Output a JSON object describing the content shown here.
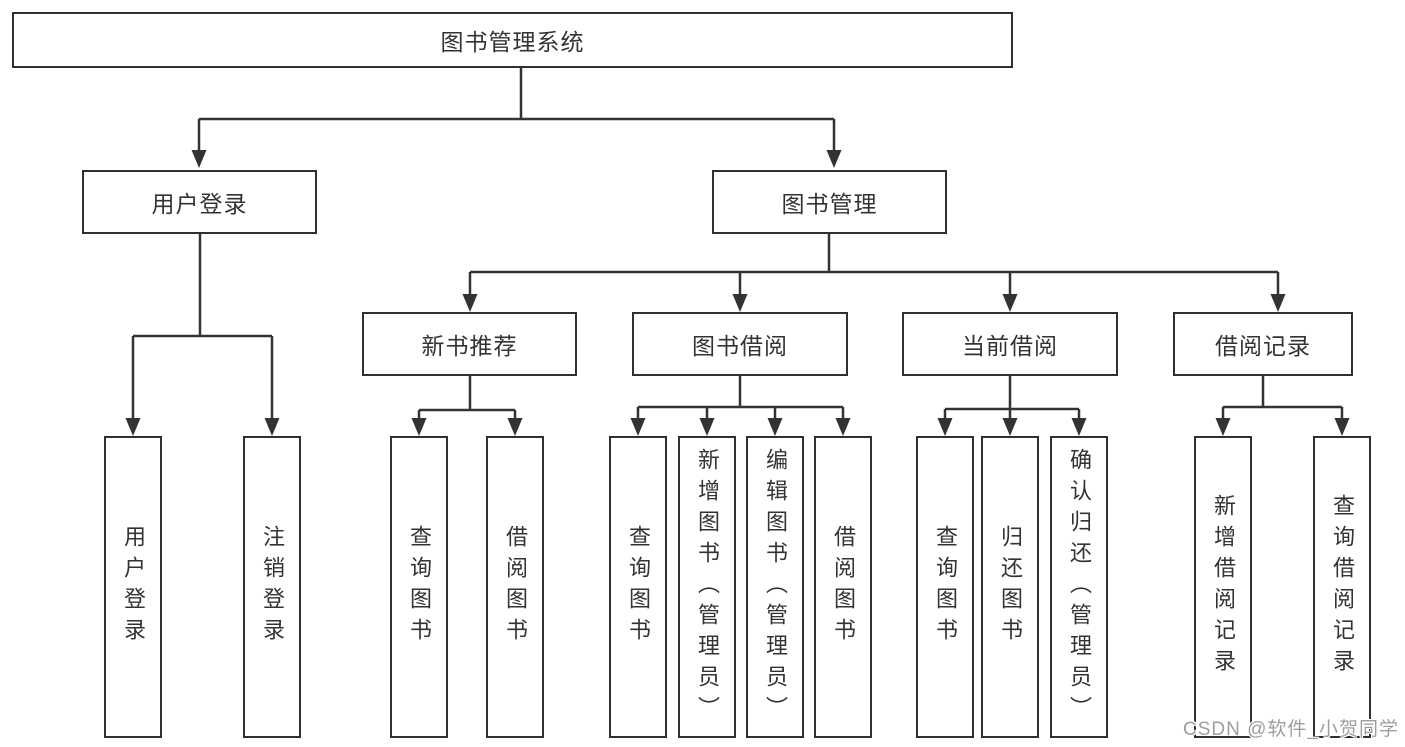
{
  "diagram": {
    "title": "图书管理系统",
    "branches": [
      {
        "label": "用户登录",
        "children": [
          {
            "label": "用户登录"
          },
          {
            "label": "注销登录"
          }
        ]
      },
      {
        "label": "图书管理",
        "children": [
          {
            "label": "新书推荐",
            "children": [
              {
                "label": "查询图书"
              },
              {
                "label": "借阅图书"
              }
            ]
          },
          {
            "label": "图书借阅",
            "children": [
              {
                "label": "查询图书"
              },
              {
                "label": "新增图书（管理员）"
              },
              {
                "label": "编辑图书（管理员）"
              },
              {
                "label": "借阅图书"
              }
            ]
          },
          {
            "label": "当前借阅",
            "children": [
              {
                "label": "查询图书"
              },
              {
                "label": "归还图书"
              },
              {
                "label": "确认归还（管理员）"
              }
            ]
          },
          {
            "label": "借阅记录",
            "children": [
              {
                "label": "新增借阅记录"
              },
              {
                "label": "查询借阅记录"
              }
            ]
          }
        ]
      }
    ]
  },
  "watermark": {
    "text": "CSDN @软件_小贺同学"
  },
  "colors": {
    "line": "#333333",
    "box_border": "#2f2f2f",
    "text": "#333333",
    "watermark": "#9e9e9e",
    "background": "#ffffff"
  }
}
